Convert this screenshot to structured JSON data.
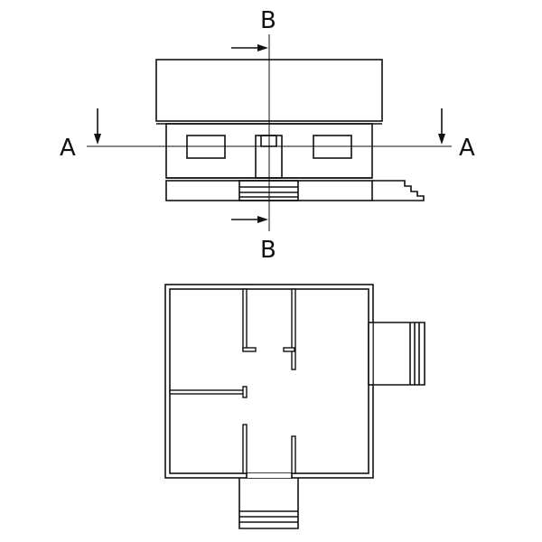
{
  "labels": {
    "section_a_left": "A",
    "section_a_right": "A",
    "section_b_top": "B",
    "section_b_bottom": "B"
  },
  "colors": {
    "line": "#111111",
    "background": "#ffffff"
  }
}
